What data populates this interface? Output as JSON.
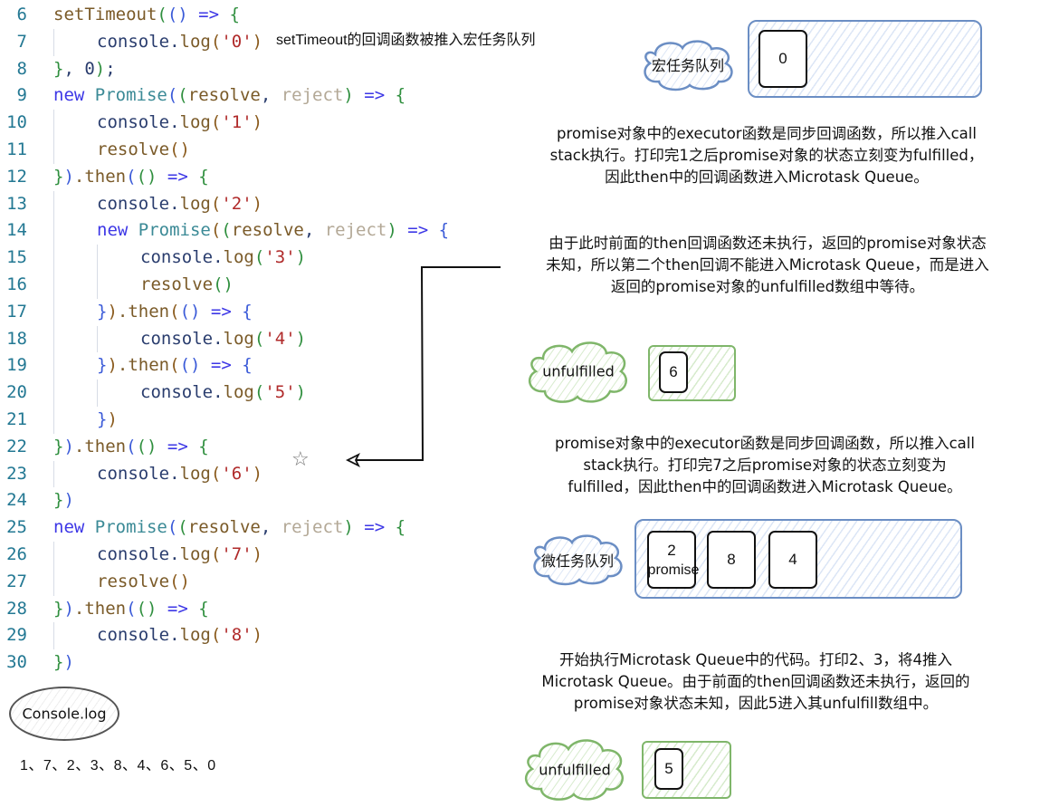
{
  "code": {
    "lines": [
      {
        "n": "6",
        "indent": 0,
        "tokens": [
          [
            "setTimeout",
            "fn"
          ],
          [
            "(",
            "p1"
          ],
          [
            "()",
            "p2"
          ],
          [
            " => ",
            "op"
          ],
          [
            "{",
            "p1"
          ]
        ]
      },
      {
        "n": "7",
        "indent": 1,
        "tokens": [
          [
            "console",
            "var"
          ],
          [
            ".",
            "plain"
          ],
          [
            "log",
            "fn"
          ],
          [
            "(",
            "p3"
          ],
          [
            "'0'",
            "str"
          ],
          [
            ")",
            "p3"
          ]
        ]
      },
      {
        "n": "8",
        "indent": 0,
        "tokens": [
          [
            "}",
            "p1"
          ],
          [
            ", 0",
            "plain"
          ],
          [
            ")",
            "p1"
          ],
          [
            ";",
            "plain"
          ]
        ]
      },
      {
        "n": "9",
        "indent": 0,
        "tokens": [
          [
            "new ",
            "kw"
          ],
          [
            "Promise",
            "cls"
          ],
          [
            "(",
            "p2"
          ],
          [
            "(",
            "p1"
          ],
          [
            "resolve",
            "fn"
          ],
          [
            ", ",
            "plain"
          ],
          [
            "reject",
            "dim"
          ],
          [
            ")",
            "p1"
          ],
          [
            " => ",
            "op"
          ],
          [
            "{",
            "p1"
          ]
        ]
      },
      {
        "n": "10",
        "indent": 1,
        "tokens": [
          [
            "console",
            "var"
          ],
          [
            ".",
            "plain"
          ],
          [
            "log",
            "fn"
          ],
          [
            "(",
            "p3"
          ],
          [
            "'1'",
            "str"
          ],
          [
            ")",
            "p3"
          ]
        ]
      },
      {
        "n": "11",
        "indent": 1,
        "tokens": [
          [
            "resolve",
            "fn"
          ],
          [
            "()",
            "p3"
          ]
        ]
      },
      {
        "n": "12",
        "indent": 0,
        "tokens": [
          [
            "}",
            "p1"
          ],
          [
            ")",
            "p2"
          ],
          [
            ".then",
            "fn"
          ],
          [
            "(",
            "p2"
          ],
          [
            "()",
            "p1"
          ],
          [
            " => ",
            "op"
          ],
          [
            "{",
            "p1"
          ]
        ]
      },
      {
        "n": "13",
        "indent": 1,
        "tokens": [
          [
            "console",
            "var"
          ],
          [
            ".",
            "plain"
          ],
          [
            "log",
            "fn"
          ],
          [
            "(",
            "p3"
          ],
          [
            "'2'",
            "str"
          ],
          [
            ")",
            "p3"
          ]
        ]
      },
      {
        "n": "14",
        "indent": 1,
        "tokens": [
          [
            "new ",
            "kw"
          ],
          [
            "Promise",
            "cls"
          ],
          [
            "(",
            "p3"
          ],
          [
            "(",
            "p1"
          ],
          [
            "resolve",
            "fn"
          ],
          [
            ", ",
            "plain"
          ],
          [
            "reject",
            "dim"
          ],
          [
            ")",
            "p1"
          ],
          [
            " => ",
            "op"
          ],
          [
            "{",
            "p2"
          ]
        ]
      },
      {
        "n": "15",
        "indent": 2,
        "tokens": [
          [
            "console",
            "var"
          ],
          [
            ".",
            "plain"
          ],
          [
            "log",
            "fn"
          ],
          [
            "(",
            "p1"
          ],
          [
            "'3'",
            "str"
          ],
          [
            ")",
            "p1"
          ]
        ]
      },
      {
        "n": "16",
        "indent": 2,
        "tokens": [
          [
            "resolve",
            "fn"
          ],
          [
            "()",
            "p1"
          ]
        ]
      },
      {
        "n": "17",
        "indent": 1,
        "tokens": [
          [
            "}",
            "p2"
          ],
          [
            ")",
            "p3"
          ],
          [
            ".then",
            "fn"
          ],
          [
            "(",
            "p3"
          ],
          [
            "()",
            "p2"
          ],
          [
            " => ",
            "op"
          ],
          [
            "{",
            "p2"
          ]
        ]
      },
      {
        "n": "18",
        "indent": 2,
        "tokens": [
          [
            "console",
            "var"
          ],
          [
            ".",
            "plain"
          ],
          [
            "log",
            "fn"
          ],
          [
            "(",
            "p1"
          ],
          [
            "'4'",
            "str"
          ],
          [
            ")",
            "p1"
          ]
        ]
      },
      {
        "n": "19",
        "indent": 1,
        "tokens": [
          [
            "}",
            "p2"
          ],
          [
            ")",
            "p3"
          ],
          [
            ".then",
            "fn"
          ],
          [
            "(",
            "p3"
          ],
          [
            "()",
            "p2"
          ],
          [
            " => ",
            "op"
          ],
          [
            "{",
            "p2"
          ]
        ]
      },
      {
        "n": "20",
        "indent": 2,
        "tokens": [
          [
            "console",
            "var"
          ],
          [
            ".",
            "plain"
          ],
          [
            "log",
            "fn"
          ],
          [
            "(",
            "p1"
          ],
          [
            "'5'",
            "str"
          ],
          [
            ")",
            "p1"
          ]
        ]
      },
      {
        "n": "21",
        "indent": 1,
        "tokens": [
          [
            "}",
            "p2"
          ],
          [
            ")",
            "p3"
          ]
        ]
      },
      {
        "n": "22",
        "indent": 0,
        "tokens": [
          [
            "}",
            "p1"
          ],
          [
            ")",
            "p2"
          ],
          [
            ".then",
            "fn"
          ],
          [
            "(",
            "p2"
          ],
          [
            "()",
            "p1"
          ],
          [
            " => ",
            "op"
          ],
          [
            "{",
            "p1"
          ]
        ]
      },
      {
        "n": "23",
        "indent": 1,
        "tokens": [
          [
            "console",
            "var"
          ],
          [
            ".",
            "plain"
          ],
          [
            "log",
            "fn"
          ],
          [
            "(",
            "p3"
          ],
          [
            "'6'",
            "str"
          ],
          [
            ")",
            "p3"
          ]
        ]
      },
      {
        "n": "24",
        "indent": 0,
        "tokens": [
          [
            "}",
            "p1"
          ],
          [
            ")",
            "p2"
          ]
        ]
      },
      {
        "n": "25",
        "indent": 0,
        "tokens": [
          [
            "new ",
            "kw"
          ],
          [
            "Promise",
            "cls"
          ],
          [
            "(",
            "p2"
          ],
          [
            "(",
            "p1"
          ],
          [
            "resolve",
            "fn"
          ],
          [
            ", ",
            "plain"
          ],
          [
            "reject",
            "dim"
          ],
          [
            ")",
            "p1"
          ],
          [
            " => ",
            "op"
          ],
          [
            "{",
            "p1"
          ]
        ]
      },
      {
        "n": "26",
        "indent": 1,
        "tokens": [
          [
            "console",
            "var"
          ],
          [
            ".",
            "plain"
          ],
          [
            "log",
            "fn"
          ],
          [
            "(",
            "p3"
          ],
          [
            "'7'",
            "str"
          ],
          [
            ")",
            "p3"
          ]
        ]
      },
      {
        "n": "27",
        "indent": 1,
        "tokens": [
          [
            "resolve",
            "fn"
          ],
          [
            "()",
            "p3"
          ]
        ]
      },
      {
        "n": "28",
        "indent": 0,
        "tokens": [
          [
            "}",
            "p1"
          ],
          [
            ")",
            "p2"
          ],
          [
            ".then",
            "fn"
          ],
          [
            "(",
            "p2"
          ],
          [
            "()",
            "p1"
          ],
          [
            " => ",
            "op"
          ],
          [
            "{",
            "p1"
          ]
        ]
      },
      {
        "n": "29",
        "indent": 1,
        "tokens": [
          [
            "console",
            "var"
          ],
          [
            ".",
            "plain"
          ],
          [
            "log",
            "fn"
          ],
          [
            "(",
            "p3"
          ],
          [
            "'8'",
            "str"
          ],
          [
            ")",
            "p3"
          ]
        ]
      },
      {
        "n": "30",
        "indent": 0,
        "tokens": [
          [
            "}",
            "p1"
          ],
          [
            ")",
            "p2"
          ]
        ]
      }
    ]
  },
  "annotations": {
    "settimeout_note": "setTimeout的回调函数被推入宏任务队列",
    "expl1": [
      "promise对象中的executor函数是同步回调函数，所以推入call",
      "stack执行。打印完1之后promise对象的状态立刻变为fulfilled，",
      "因此then中的回调函数进入Microtask Queue。"
    ],
    "expl2": [
      "由于此时前面的then回调函数还未执行，返回的promise对象状态",
      "未知，所以第二个then回调不能进入Microtask Queue，而是进入",
      "返回的promise对象的unfulfilled数组中等待。"
    ],
    "expl3": [
      "promise对象中的executor函数是同步回调函数，所以推入call",
      "stack执行。打印完7之后promise对象的状态立刻变为",
      "fulfilled，因此then中的回调函数进入Microtask Queue。"
    ],
    "expl4": [
      "开始执行Microtask Queue中的代码。打印2、3，将4推入",
      "Microtask Queue。由于前面的then回调函数还未执行，返回的",
      "promise对象状态未知，因此5进入其unfulfill数组中。"
    ]
  },
  "macrotask_queue": {
    "label": "宏任务队列",
    "items": [
      "0"
    ],
    "color": "#6b8ec4"
  },
  "unfulfilled_1": {
    "label": "unfulfilled",
    "items": [
      "6"
    ],
    "color": "#7fb66a"
  },
  "microtask_queue": {
    "label": "微任务队列",
    "items": [
      {
        "value": "2",
        "sub": "promise"
      },
      {
        "value": "8"
      },
      {
        "value": "4"
      }
    ],
    "color": "#6b8ec4"
  },
  "unfulfilled_2": {
    "label": "unfulfilled",
    "items": [
      "5"
    ],
    "color": "#7fb66a"
  },
  "console": {
    "label": "Console.log",
    "output": "1、7、2、3、8、4、6、5、0"
  },
  "icons": {
    "star": "☆"
  }
}
